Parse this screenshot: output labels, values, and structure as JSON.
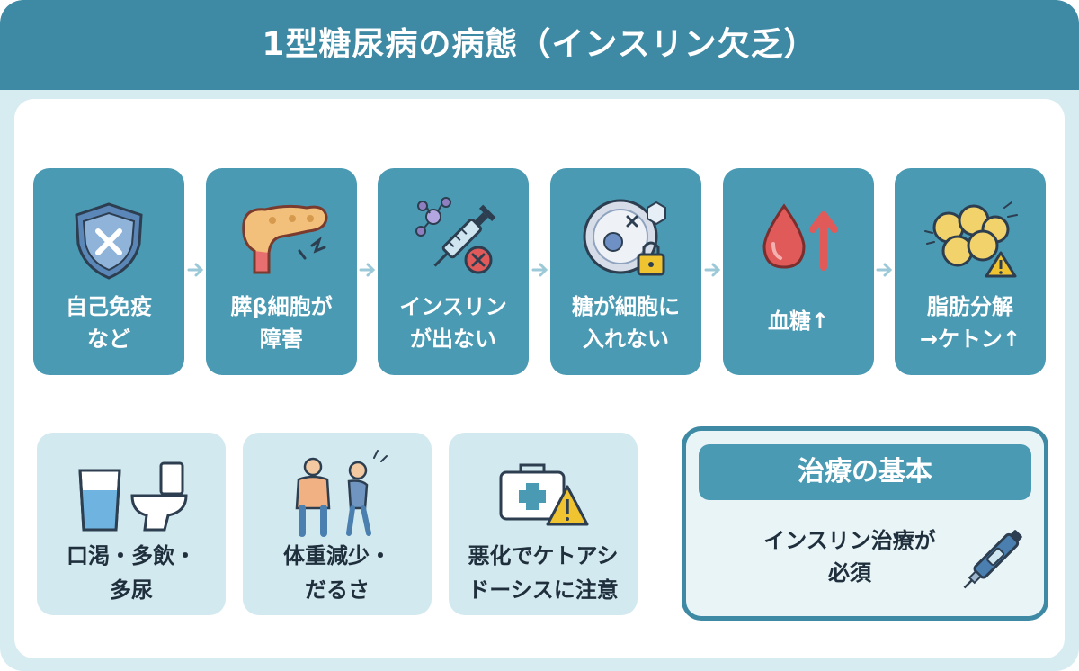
{
  "title": "1型糖尿病の病態（インスリン欠乏）",
  "flow": [
    {
      "label": [
        "自己免疫",
        "など"
      ],
      "icon": "shield-x-icon"
    },
    {
      "label": [
        "膵β細胞が",
        "障害"
      ],
      "icon": "pancreas-icon"
    },
    {
      "label": [
        "インスリン",
        "が出ない"
      ],
      "icon": "syringe-blocked-icon"
    },
    {
      "label": [
        "糖が細胞に",
        "入れない"
      ],
      "icon": "cell-locked-icon"
    },
    {
      "label": [
        "血糖↑"
      ],
      "icon": "blood-drop-up-icon"
    },
    {
      "label": [
        "脂肪分解",
        "→ケトン↑"
      ],
      "icon": "fat-cells-warning-icon"
    }
  ],
  "symptoms": [
    {
      "label": [
        "口渇・多飲・",
        "多尿"
      ],
      "icon": "water-toilet-icon"
    },
    {
      "label": [
        "体重減少・",
        "だるさ"
      ],
      "icon": "weight-loss-fatigue-icon"
    },
    {
      "label": [
        "悪化でケトアシ",
        "ドーシスに注意"
      ],
      "icon": "first-aid-warning-icon"
    }
  ],
  "treatment": {
    "heading": "治療の基本",
    "body": [
      "インスリン治療が",
      "必須"
    ],
    "icon": "insulin-pen-icon"
  },
  "colors": {
    "header": "#3e89a3",
    "step_box": "#4a9ab3",
    "symptom_box": "#d3e9f0",
    "background": "#d7ecf1",
    "warning": "#f0c330",
    "alert_red": "#e05a5a"
  }
}
